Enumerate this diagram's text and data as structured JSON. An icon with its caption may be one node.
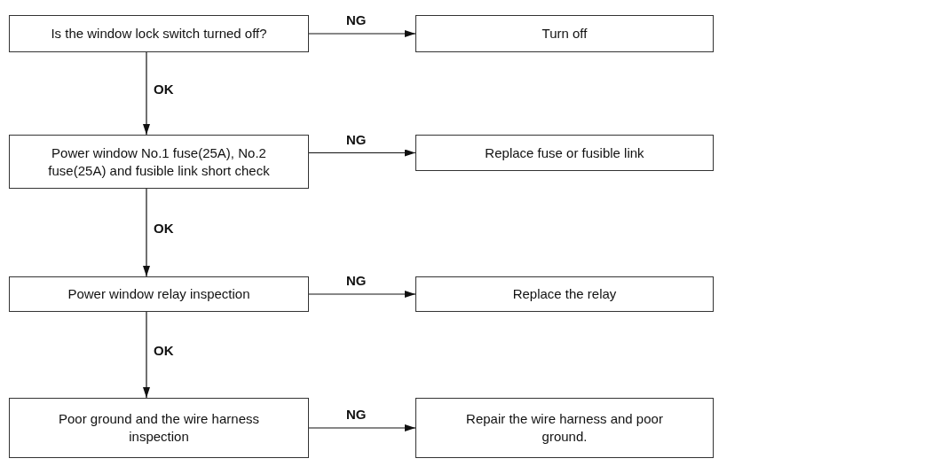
{
  "diagram": {
    "nodes": [
      {
        "text": [
          "Is the window lock switch turned off?"
        ]
      },
      {
        "text": [
          "Turn off"
        ]
      },
      {
        "text": [
          "Power window No.1 fuse(25A), No.2 fuse(25A) and fusible link short check"
        ]
      },
      {
        "text": [
          "Replace fuse or fusible link"
        ]
      },
      {
        "text": [
          "Power window relay inspection"
        ]
      },
      {
        "text": [
          "Replace the relay"
        ]
      },
      {
        "text": [
          "Poor ground and the wire harness inspection"
        ]
      },
      {
        "text": [
          "Repair the wire harness and poor ground."
        ]
      }
    ],
    "edges": [
      {
        "from": 0,
        "to": 1,
        "arrow": "to",
        "label": "NG"
      },
      {
        "from": 0,
        "to": 2,
        "arrow": "to",
        "label": "OK"
      },
      {
        "from": 2,
        "to": 3,
        "arrow": "to",
        "label": "NG"
      },
      {
        "from": 2,
        "to": 4,
        "arrow": "to",
        "label": "OK"
      },
      {
        "from": 4,
        "to": 5,
        "arrow": "to",
        "label": "NG"
      },
      {
        "from": 4,
        "to": 6,
        "arrow": "to",
        "label": "OK"
      },
      {
        "from": 6,
        "to": 7,
        "arrow": "to",
        "label": "NG"
      }
    ]
  }
}
